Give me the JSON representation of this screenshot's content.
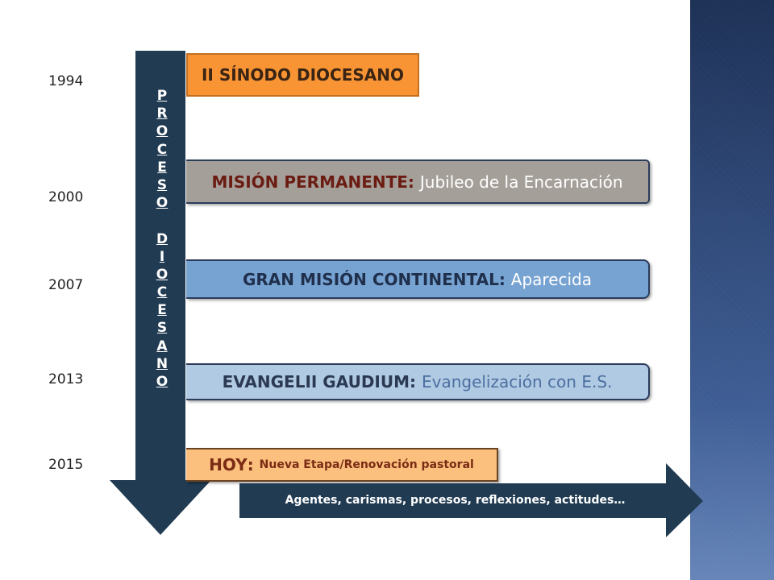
{
  "years": [
    "1994",
    "2000",
    "2007",
    "2013",
    "2015"
  ],
  "process_label": "PROCESO DIOCESANO",
  "process_letters": [
    "P",
    "R",
    "O",
    "C",
    "E",
    "S",
    "O",
    "",
    "D",
    "I",
    "O",
    "C",
    "E",
    "S",
    "A",
    "N",
    "O"
  ],
  "milestones": [
    {
      "title": "II SÍNODO DIOCESANO",
      "sep": "",
      "subtitle": ""
    },
    {
      "title": "MISIÓN PERMANENTE",
      "sep": ": ",
      "subtitle": "Jubileo de la Encarnación"
    },
    {
      "title": "GRAN MISIÓN CONTINENTAL",
      "sep": ": ",
      "subtitle": "Aparecida"
    },
    {
      "title": "EVANGELII GAUDIUM",
      "sep": ": ",
      "subtitle": "Evangelización con E.S."
    },
    {
      "title": "HOY",
      "sep": ": ",
      "subtitle": "Nueva Etapa/Renovación pastoral"
    }
  ],
  "bottom_arrow_text": "Agentes, carismas, procesos, reflexiones, actitudes…",
  "colors": {
    "timeline_arrow": "#213b52",
    "sidebar": "#2a4272",
    "box1": "#f89434",
    "box2": "#a59f99",
    "box3": "#77a3d2",
    "box4": "#b1cae4",
    "box5": "#fbbf7e"
  }
}
